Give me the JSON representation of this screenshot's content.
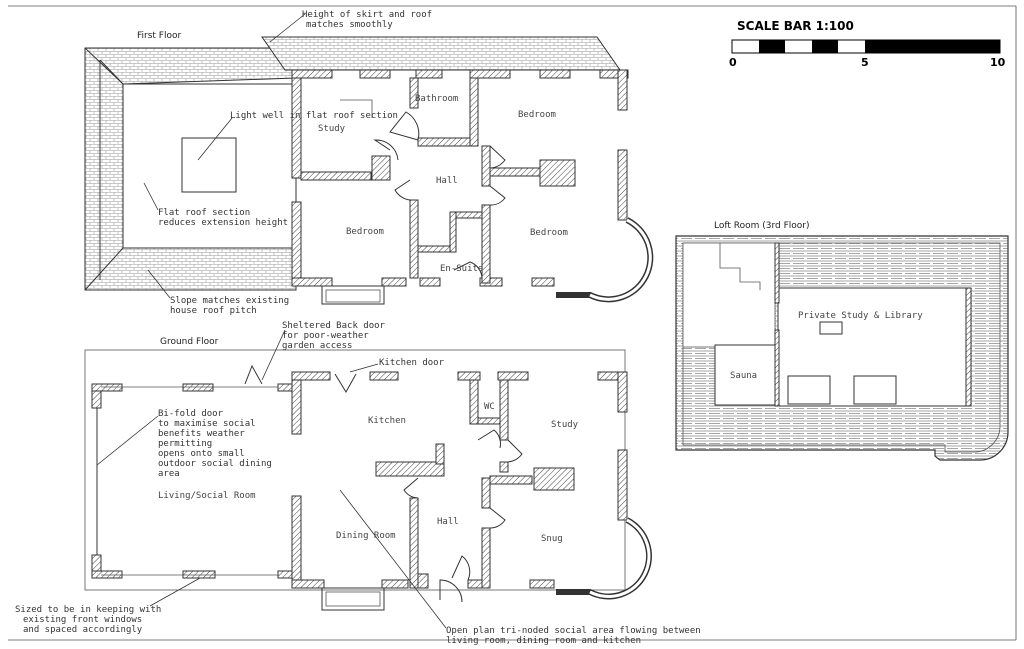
{
  "scale": {
    "title": "SCALE BAR 1:100",
    "ticks": [
      "0",
      "5",
      "10"
    ]
  },
  "first_floor": {
    "heading": "First Floor",
    "rooms": {
      "study": "Study",
      "bathroom": "Bathroom",
      "bedroom_top": "Bedroom",
      "hall": "Hall",
      "bedroom_left": "Bedroom",
      "bedroom_right": "Bedroom",
      "ensuite": "En-Suite"
    },
    "notes": {
      "skirt_line1": "Height of skirt and roof",
      "skirt_line2": "matches smoothly",
      "lightwell": "Light well in flat roof section",
      "flatroof_line1": "Flat roof section",
      "flatroof_line2": "reduces extension height",
      "slope_line1": "Slope matches existing",
      "slope_line2": "house roof pitch"
    }
  },
  "loft": {
    "heading": "Loft Room (3rd Floor)",
    "rooms": {
      "library": "Private Study & Library",
      "sauna": "Sauna"
    }
  },
  "ground_floor": {
    "heading": "Ground Floor",
    "rooms": {
      "kitchen": "Kitchen",
      "wc": "WC",
      "study": "Study",
      "living": "Living/Social Room",
      "dining": "Dining Room",
      "hall": "Hall",
      "snug": "Snug"
    },
    "notes": {
      "backdoor_line1": "Sheltered Back door",
      "backdoor_line2": "for poor-weather",
      "backdoor_line3": "garden access",
      "kitchen_door": "Kitchen door",
      "bifold_line1": "Bi-fold door",
      "bifold_line2": "to maximise social",
      "bifold_line3": "benefits weather",
      "bifold_line4": "permitting",
      "bifold_line5": "opens onto small",
      "bifold_line6": "outdoor social dining",
      "bifold_line7": "area",
      "sized_line1": "Sized to be in keeping with",
      "sized_line2": "existing front windows",
      "sized_line3": "and spaced accordingly",
      "openplan_line1": "Open plan tri-noded social area flowing between",
      "openplan_line2": "living room, dining room and kitchen"
    }
  }
}
